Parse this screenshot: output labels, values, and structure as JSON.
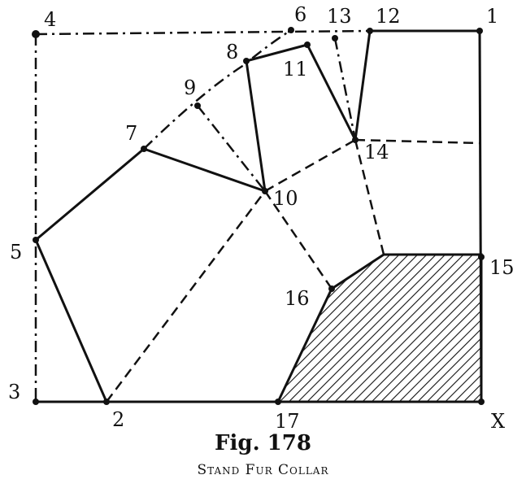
{
  "figure": {
    "title": "Fig. 178",
    "subtitle": "Stand Fur Collar"
  },
  "points": [
    {
      "id": "p1",
      "label": "1"
    },
    {
      "id": "p2",
      "label": "2"
    },
    {
      "id": "p3",
      "label": "3"
    },
    {
      "id": "p4",
      "label": "4"
    },
    {
      "id": "p5",
      "label": "5"
    },
    {
      "id": "p6",
      "label": "6"
    },
    {
      "id": "p7",
      "label": "7"
    },
    {
      "id": "p8",
      "label": "8"
    },
    {
      "id": "p9",
      "label": "9"
    },
    {
      "id": "p10",
      "label": "10"
    },
    {
      "id": "p11",
      "label": "11"
    },
    {
      "id": "p12",
      "label": "12"
    },
    {
      "id": "p13",
      "label": "13"
    },
    {
      "id": "p14",
      "label": "14"
    },
    {
      "id": "p15",
      "label": "15"
    },
    {
      "id": "p16",
      "label": "16"
    },
    {
      "id": "p17",
      "label": "17"
    },
    {
      "id": "pX",
      "label": "X"
    }
  ],
  "colors": {
    "ink": "#111111",
    "background": "#ffffff"
  }
}
